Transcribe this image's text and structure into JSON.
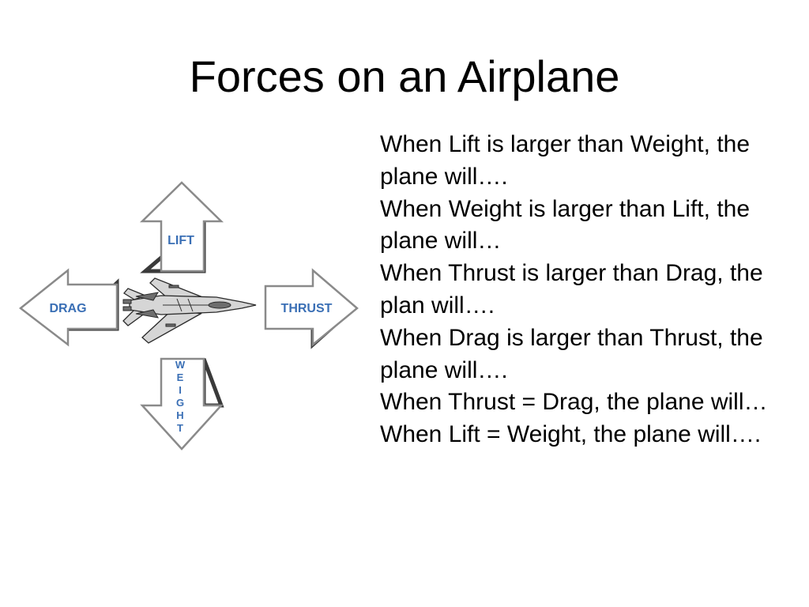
{
  "slide": {
    "title": "Forces on an Airplane"
  },
  "diagram": {
    "lift_label": "LIFT",
    "drag_label": "DRAG",
    "thrust_label": "THRUST",
    "weight_letters": [
      "W",
      "E",
      "I",
      "G",
      "H",
      "T"
    ],
    "aircraft_icon": "fighter-jet-icon",
    "label_color": "#3a6fb5"
  },
  "questions": [
    "When Lift is larger than Weight, the plane will….",
    "When Weight is larger than Lift, the plane will…",
    "When Thrust is larger than Drag, the plan will….",
    "When Drag is larger than Thrust, the plane will….",
    "When Thrust = Drag, the plane will…",
    "When Lift = Weight, the plane will…."
  ]
}
